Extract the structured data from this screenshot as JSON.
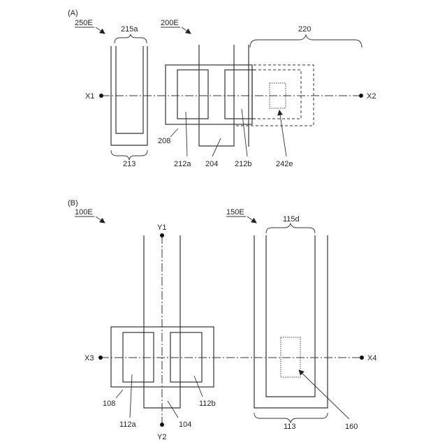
{
  "panel_a": {
    "label": "(A)",
    "ref_250e": "250E",
    "ref_200e": "200E",
    "ref_215a": "215a",
    "ref_220": "220",
    "ref_213": "213",
    "ref_208": "208",
    "ref_212a": "212a",
    "ref_204": "204",
    "ref_212b": "212b",
    "ref_242e": "242e",
    "point_x1": "X1",
    "point_x2": "X2"
  },
  "panel_b": {
    "label": "(B)",
    "ref_100e": "100E",
    "ref_150e": "150E",
    "ref_115d": "115d",
    "ref_108": "108",
    "ref_112a": "112a",
    "ref_104": "104",
    "ref_112b": "112b",
    "ref_113": "113",
    "ref_160": "160",
    "point_y1": "Y1",
    "point_y2": "Y2",
    "point_x3": "X3",
    "point_x4": "X4"
  }
}
